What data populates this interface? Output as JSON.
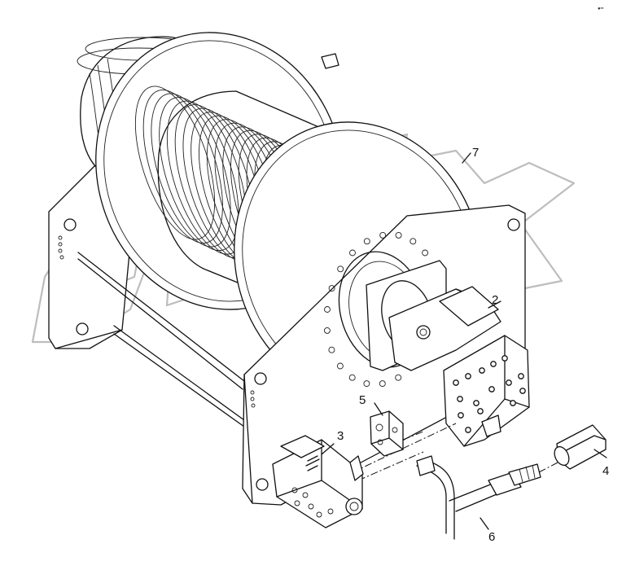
{
  "callouts": [
    {
      "id": "2",
      "label": "2"
    },
    {
      "id": "3",
      "label": "3"
    },
    {
      "id": "4",
      "label": "4"
    },
    {
      "id": "5",
      "label": "5"
    },
    {
      "id": "6",
      "label": "6"
    },
    {
      "id": "7",
      "label": "7"
    }
  ],
  "watermark": {
    "text": "OPEX",
    "color": "#bdbdbd"
  },
  "corner_mark": "●━"
}
